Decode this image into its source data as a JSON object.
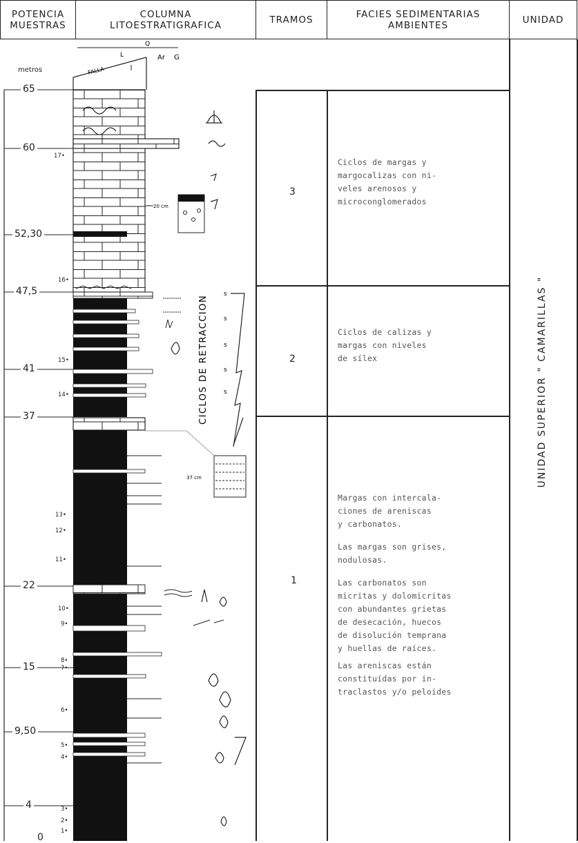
{
  "headers": {
    "potencia_line1": "POTENCIA",
    "potencia_line2": "MUESTRAS",
    "columna_line1": "COLUMNA",
    "columna_line2": "LITOESTRATIGRAFICA",
    "tramos": "TRAMOS",
    "facies_line1": "FACIES  SEDIMENTARIAS",
    "facies_line2": "AMBIENTES",
    "unidad": "UNIDAD"
  },
  "scale": {
    "unit_label": "metros",
    "ticks": [
      "65",
      "60",
      "52,30",
      "47,5",
      "41",
      "37",
      "22",
      "15",
      "9,50",
      "4",
      "0"
    ]
  },
  "samples": [
    "17",
    "16",
    "15",
    "14",
    "13",
    "12",
    "11",
    "10",
    "9",
    "8",
    "7",
    "6",
    "5",
    "4",
    "3",
    "2",
    "1"
  ],
  "top_labels": {
    "falla": "FALLA",
    "q": "Q",
    "l": "L",
    "ar": "Ar",
    "g": "G"
  },
  "annotations": {
    "ciclos": "CICLOS  DE  RETRACCION",
    "scale_20": "20 cm",
    "scale_37": "37 cm",
    "s_mark": "s"
  },
  "tramos": [
    {
      "number": "3",
      "facies": "Ciclos de margas y\nmargocalizas con ni-\nveles arenosos y\nmicroconglomerados"
    },
    {
      "number": "2",
      "facies": "Ciclos de calizas y\nmargas con niveles\nde sílex"
    },
    {
      "number": "1",
      "facies": "Margas con intercala-\nciones de areniscas\ny carbonatos.",
      "facies_b": "Las margas son grises,\nnodulosas.",
      "facies_c": "Las carbonatos son\nmicritas y dolomicritas\ncon abundantes grietas\nde desecación, huecos\nde disolución temprana\ny huellas de raíces.",
      "facies_d": "Las areniscas están\nconstituídas por in-\ntraclastos y/o peloides"
    }
  ],
  "unidad": "UNIDAD SUPERIOR   \" CAMARILLAS \""
}
